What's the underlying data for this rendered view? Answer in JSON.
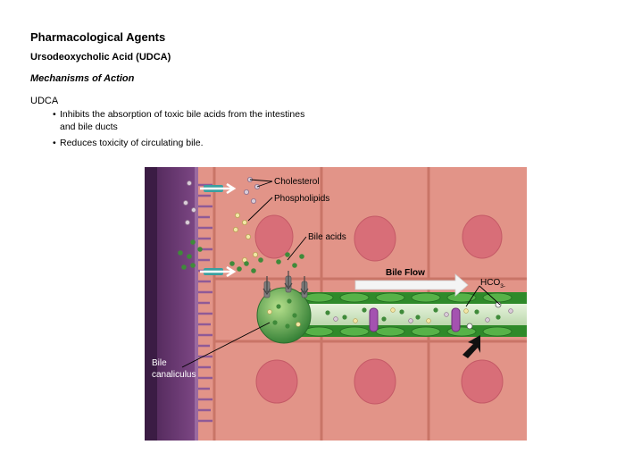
{
  "header": {
    "title": "Pharmacological Agents",
    "subtitle": "Ursodeoxycholic Acid (UDCA)",
    "section": "Mechanisms of Action"
  },
  "content": {
    "drug_label": "UDCA",
    "bullets": [
      "Inhibits the absorption of toxic bile acids from the intestines and bile ducts",
      "Reduces toxicity of circulating bile."
    ]
  },
  "diagram": {
    "labels": {
      "cholesterol": "Cholesterol",
      "phospholipids": "Phospholipids",
      "bile_acids": "Bile acids",
      "bile_flow": "Bile Flow",
      "bicarbonate_main": "HCO",
      "bicarbonate_sub": "3-",
      "canaliculus_line1": "Bile",
      "canaliculus_line2": "canaliculus"
    },
    "colors": {
      "hepatocyte": "#e29488",
      "nucleus": "#d86e78",
      "membrane": "#5c2f66",
      "bile_green": "#3f8a3a",
      "duct_cell": "#3c9a33",
      "transporter": "#a452b0"
    }
  }
}
